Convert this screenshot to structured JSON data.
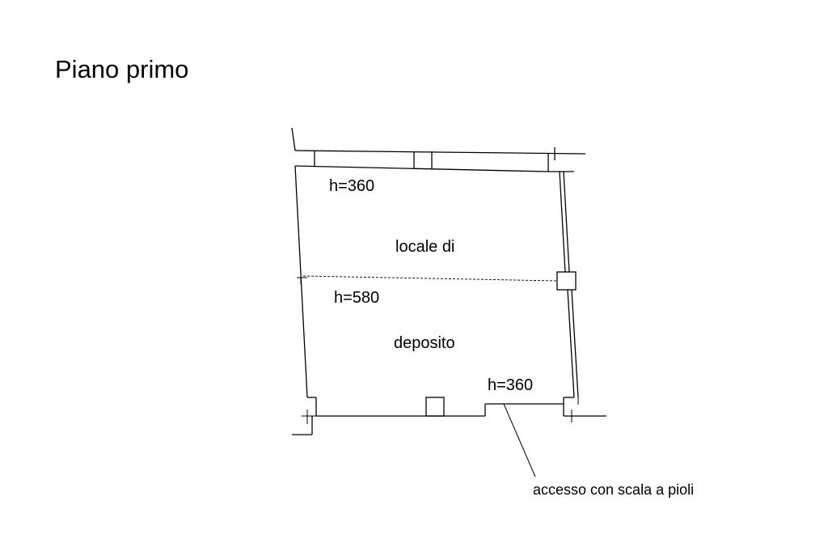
{
  "title": "Piano primo",
  "labels": {
    "height_top": "h=360",
    "room_name_line1": "locale di",
    "height_middle": "h=580",
    "room_name_line2": "deposito",
    "height_bottom": "h=360",
    "access_note": "accesso con scala a pioli"
  },
  "colors": {
    "lines": "#000000",
    "background": "#ffffff"
  }
}
